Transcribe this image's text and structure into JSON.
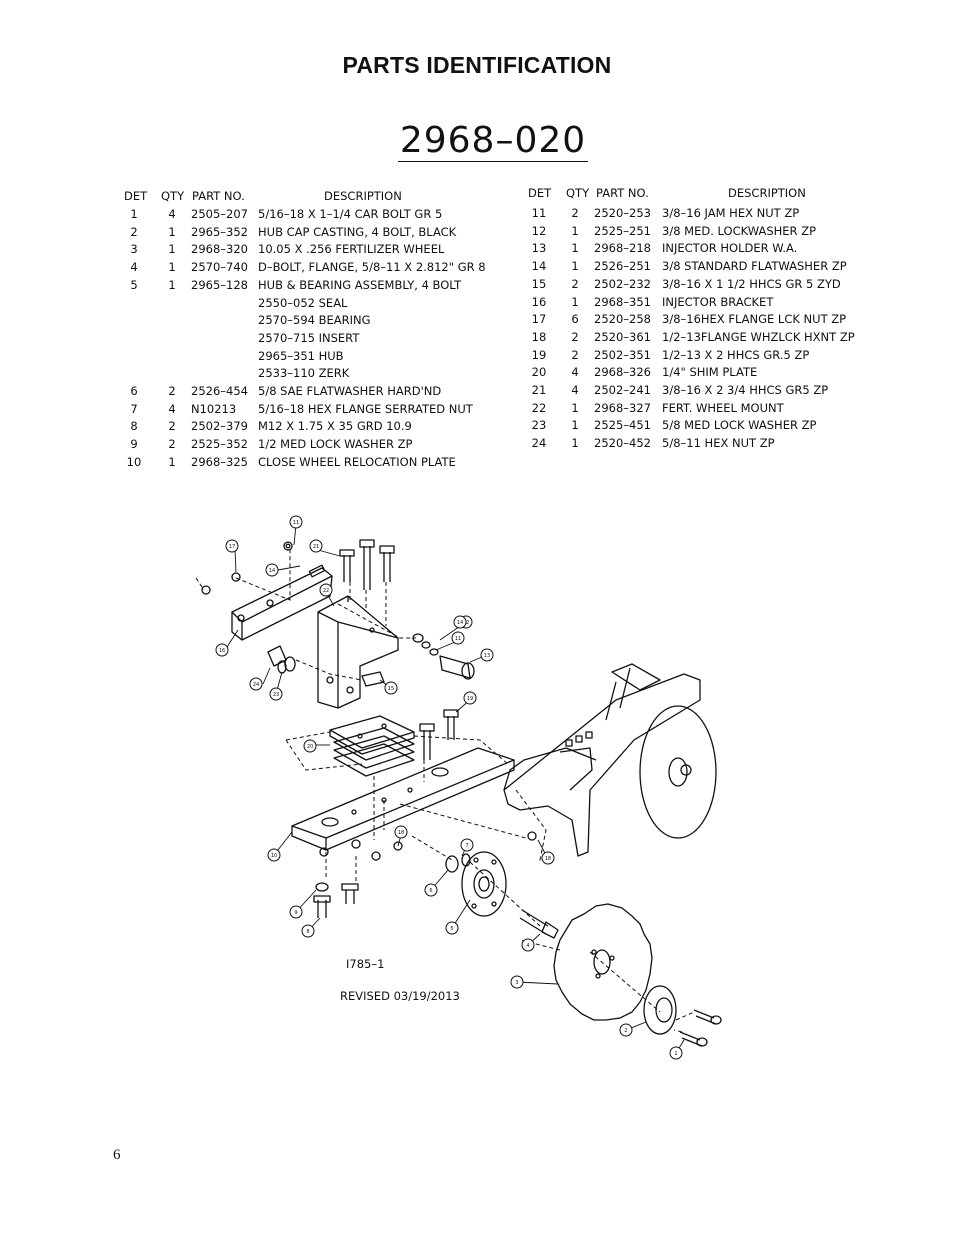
{
  "page": {
    "title": "PARTS IDENTIFICATION",
    "assembly_number": "2968–020",
    "page_number": "6"
  },
  "table_headers": {
    "det": "DET",
    "qty": "QTY",
    "part_no": "PART NO.",
    "description": "DESCRIPTION"
  },
  "left_parts": [
    {
      "det": "1",
      "qty": "4",
      "part_no": "2505–207",
      "desc": "5/16–18 X 1–1/4 CAR BOLT GR 5"
    },
    {
      "det": "2",
      "qty": "1",
      "part_no": "2965–352",
      "desc": "HUB CAP CASTING, 4 BOLT, BLACK"
    },
    {
      "det": "3",
      "qty": "1",
      "part_no": "2968–320",
      "desc": "10.05 X .256 FERTILIZER WHEEL"
    },
    {
      "det": "4",
      "qty": "1",
      "part_no": "2570–740",
      "desc": "D–BOLT, FLANGE, 5/8–11 X 2.812\" GR 8"
    },
    {
      "det": "5",
      "qty": "1",
      "part_no": "2965–128",
      "desc": "HUB & BEARING ASSEMBLY, 4 BOLT"
    },
    {
      "det": "",
      "qty": "",
      "part_no": "",
      "desc": "2550–052  SEAL"
    },
    {
      "det": "",
      "qty": "",
      "part_no": "",
      "desc": "2570–594  BEARING"
    },
    {
      "det": "",
      "qty": "",
      "part_no": "",
      "desc": "2570–715  INSERT"
    },
    {
      "det": "",
      "qty": "",
      "part_no": "",
      "desc": "2965–351  HUB"
    },
    {
      "det": "",
      "qty": "",
      "part_no": "",
      "desc": "2533–110  ZERK"
    },
    {
      "det": "6",
      "qty": "2",
      "part_no": "2526–454",
      "desc": "5/8 SAE FLATWASHER HARD'ND"
    },
    {
      "det": "7",
      "qty": "4",
      "part_no": "N10213",
      "desc": "5/16–18 HEX FLANGE SERRATED NUT"
    },
    {
      "det": "8",
      "qty": "2",
      "part_no": "2502–379",
      "desc": "M12 X 1.75 X 35 GRD 10.9"
    },
    {
      "det": "9",
      "qty": "2",
      "part_no": "2525–352",
      "desc": "1/2 MED LOCK WASHER ZP"
    },
    {
      "det": "10",
      "qty": "1",
      "part_no": "2968–325",
      "desc": "CLOSE WHEEL RELOCATION PLATE"
    }
  ],
  "right_parts": [
    {
      "det": "11",
      "qty": "2",
      "part_no": "2520–253",
      "desc": "3/8–16 JAM HEX NUT ZP"
    },
    {
      "det": "12",
      "qty": "1",
      "part_no": "2525–251",
      "desc": "3/8 MED. LOCKWASHER ZP"
    },
    {
      "det": "13",
      "qty": "1",
      "part_no": "2968–218",
      "desc": "INJECTOR HOLDER W.A."
    },
    {
      "det": "14",
      "qty": "1",
      "part_no": "2526–251",
      "desc": "3/8 STANDARD FLATWASHER ZP"
    },
    {
      "det": "15",
      "qty": "2",
      "part_no": "2502–232",
      "desc": "3/8–16 X 1 1/2 HHCS GR 5 ZYD"
    },
    {
      "det": "16",
      "qty": "1",
      "part_no": "2968–351",
      "desc": "INJECTOR BRACKET"
    },
    {
      "det": "17",
      "qty": "6",
      "part_no": "2520–258",
      "desc": "3/8–16HEX FLANGE LCK NUT ZP"
    },
    {
      "det": "18",
      "qty": "2",
      "part_no": "2520–361",
      "desc": "1/2–13FLANGE WHZLCK HXNT ZP"
    },
    {
      "det": "19",
      "qty": "2",
      "part_no": "2502–351",
      "desc": "1/2–13 X 2 HHCS GR.5 ZP"
    },
    {
      "det": "20",
      "qty": "4",
      "part_no": "2968–326",
      "desc": "1/4\" SHIM PLATE"
    },
    {
      "det": "21",
      "qty": "4",
      "part_no": "2502–241",
      "desc": "3/8–16 X 2 3/4 HHCS GR5 ZP"
    },
    {
      "det": "22",
      "qty": "1",
      "part_no": "2968–327",
      "desc": "FERT. WHEEL MOUNT"
    },
    {
      "det": "23",
      "qty": "1",
      "part_no": "2525–451",
      "desc": "5/8 MED LOCK WASHER ZP"
    },
    {
      "det": "24",
      "qty": "1",
      "part_no": "2520–452",
      "desc": "5/8–11 HEX NUT ZP"
    }
  ],
  "drawing": {
    "drawing_number": "I785–1",
    "revised": "REVISED 03/19/2013",
    "balloons": [
      "1",
      "2",
      "3",
      "4",
      "5",
      "6",
      "7",
      "8",
      "9",
      "10",
      "11",
      "12",
      "13",
      "14",
      "15",
      "16",
      "17",
      "18",
      "19",
      "20",
      "21",
      "22",
      "23",
      "24"
    ]
  }
}
